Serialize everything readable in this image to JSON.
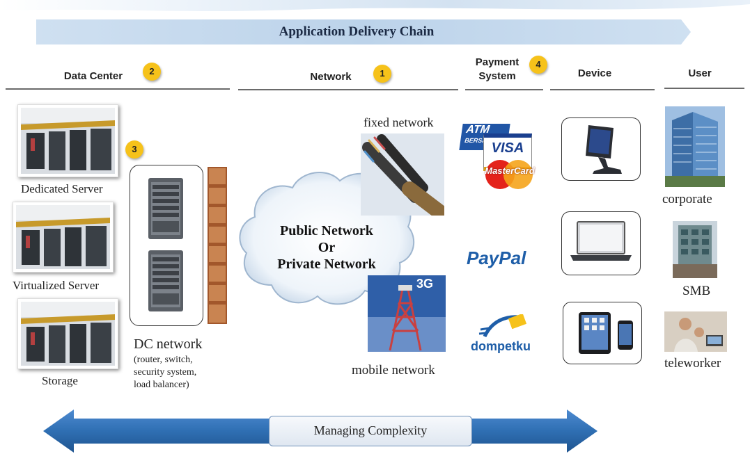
{
  "chain": {
    "title": "Application Delivery Chain"
  },
  "columns": {
    "data_center": {
      "title": "Data Center",
      "badge": "2"
    },
    "network": {
      "title": "Network",
      "badge": "1"
    },
    "payment": {
      "title_line1": "Payment",
      "title_line2": "System",
      "badge": "4"
    },
    "device": {
      "title": "Device"
    },
    "user": {
      "title": "User"
    }
  },
  "data_center": {
    "servers": [
      "Dedicated Server",
      "Virtualized Server",
      "Storage"
    ],
    "dc_badge": "3",
    "dc_network": {
      "title": "DC network",
      "details": [
        "(router, switch,",
        "security system,",
        "load balancer)"
      ]
    }
  },
  "network": {
    "cloud": [
      "Public Network",
      "Or",
      "Private Network"
    ],
    "fixed": "fixed network",
    "mobile": "mobile network",
    "mobile_badge": "3G"
  },
  "payment": {
    "card_atm": "ATM",
    "card_bersama": "BERSAMA",
    "card_visa": "VISA",
    "card_mastercard": "MasterCard",
    "paypal": "PayPal",
    "dompetku": "dompetku"
  },
  "users": [
    "corporate",
    "SMB",
    "teleworker"
  ],
  "footer": {
    "label": "Managing Complexity"
  },
  "colors": {
    "accent_blue": "#2f6fb3",
    "badge_yellow": "#f6c21a"
  }
}
